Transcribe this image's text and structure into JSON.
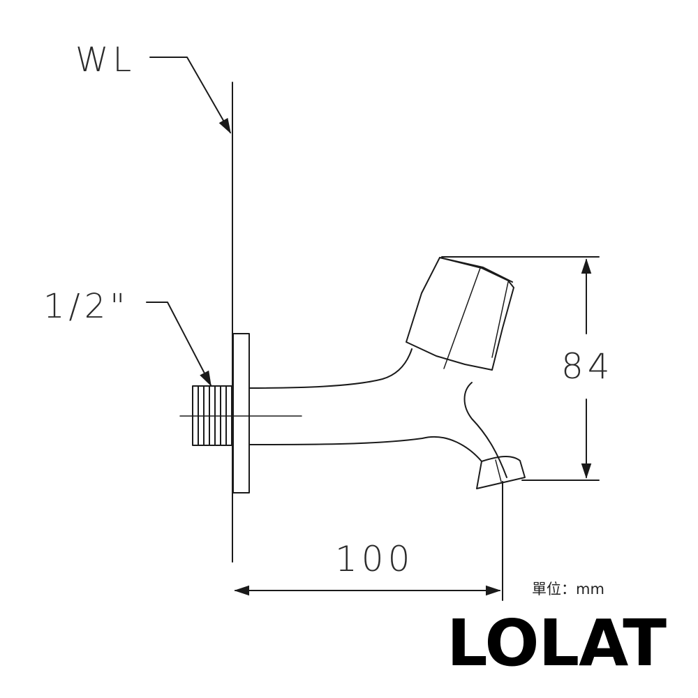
{
  "labels": {
    "wall_line": "WL",
    "thread_size": "1/2\"",
    "height": "84",
    "length": "100"
  },
  "unit_note": "單位：mm",
  "brand": "LOLAT",
  "colors": {
    "line": "#1a1a1a",
    "background": "#ffffff",
    "brand": "#000000"
  }
}
